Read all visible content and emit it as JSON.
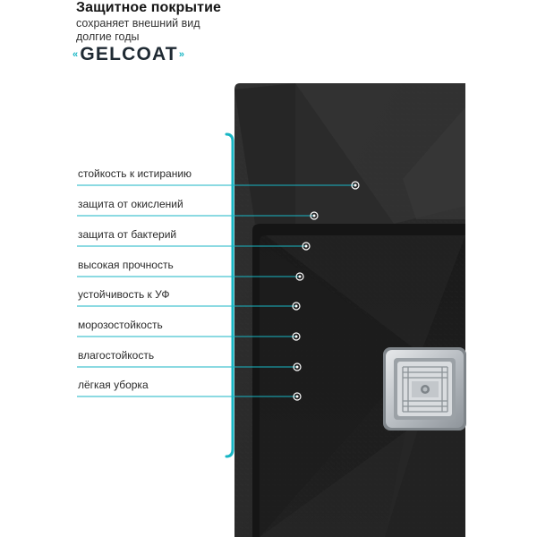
{
  "heading": {
    "title": "Защитное покрытие",
    "line1": "сохраняет внешний вид",
    "line2": "долгие годы"
  },
  "brand": {
    "open_quote": "«",
    "name": "GELCOAT",
    "close_quote": "»"
  },
  "features": [
    "стойкость к истиранию",
    "защита от окислений",
    "защита от бактерий",
    "высокая прочность",
    "устойчивость к УФ",
    "морозостойкость",
    "влагостойкость",
    "лёгкая уборка"
  ],
  "colors": {
    "accent": "#18b6c4",
    "sink_body": "#2a2a2a",
    "sink_bowl": "#1b1b1b",
    "drain_metal": "#c9cdd1"
  }
}
